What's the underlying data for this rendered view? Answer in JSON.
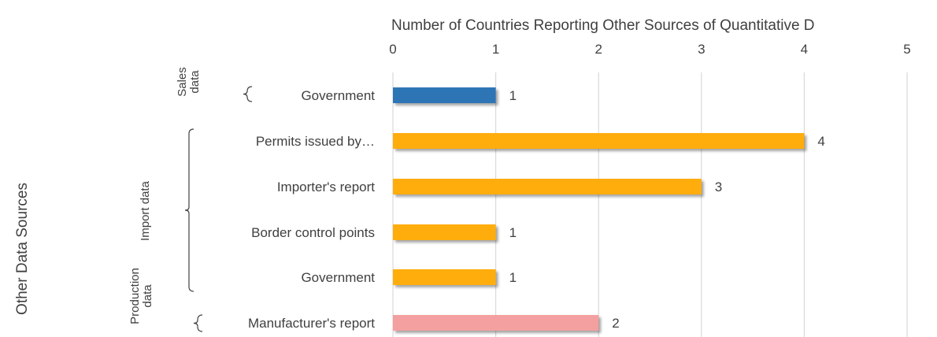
{
  "chart_data": {
    "type": "bar",
    "orientation": "horizontal",
    "title": "Number of Countries Reporting Other Sources of Quantitative D",
    "xlabel": "Number of Countries Reporting Other Sources of Quantitative D",
    "ylabel": "Other Data Sources",
    "xlim": [
      0,
      5
    ],
    "x_ticks": [
      0,
      1,
      2,
      3,
      4,
      5
    ],
    "grid": true,
    "x_axis_position": "top",
    "categories": [
      "Government",
      "Permits issued by…",
      "Importer's report",
      "Border control points",
      "Government",
      "Manufacturer's report"
    ],
    "values": [
      1,
      4,
      3,
      1,
      1,
      2
    ],
    "data_labels": [
      "1",
      "4",
      "3",
      "1",
      "1",
      "2"
    ],
    "groups": [
      {
        "name": "Sales\ndata",
        "lines": [
          "Sales",
          "data"
        ],
        "members": [
          0
        ],
        "color": "#2e75b6"
      },
      {
        "name": "Import data",
        "lines": [
          "Import data"
        ],
        "members": [
          1,
          2,
          3,
          4
        ],
        "color": "#ffad10"
      },
      {
        "name": "Production\ndata",
        "lines": [
          "Production",
          "data"
        ],
        "members": [
          5
        ],
        "color": "#f4a0a0"
      }
    ],
    "bar_colors": [
      "#2e75b6",
      "#ffad10",
      "#ffad10",
      "#ffad10",
      "#ffad10",
      "#f4a0a0"
    ]
  }
}
